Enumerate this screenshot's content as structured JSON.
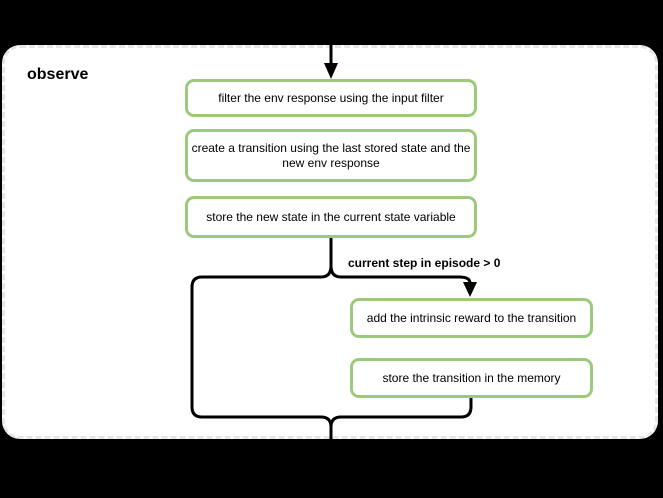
{
  "diagram": {
    "title": "observe",
    "condition_label": "current step in episode > 0",
    "nodes": [
      {
        "id": "filter-env-response",
        "lines": [
          "filter the env response using the input filter"
        ]
      },
      {
        "id": "create-transition",
        "lines": [
          "create a transition using the last stored state and the",
          "new env response"
        ]
      },
      {
        "id": "store-new-state",
        "lines": [
          "store the new state in the current state variable"
        ]
      },
      {
        "id": "add-intrinsic-reward",
        "lines": [
          "add the intrinsic reward to the transition"
        ]
      },
      {
        "id": "store-transition",
        "lines": [
          "store the transition in the memory"
        ]
      }
    ],
    "colors": {
      "node_border": "#9cca7d",
      "connector": "#000000",
      "container_border": "#e6e6e6",
      "container_fill": "#ffffff",
      "background": "#000000",
      "text": "#000000"
    }
  }
}
